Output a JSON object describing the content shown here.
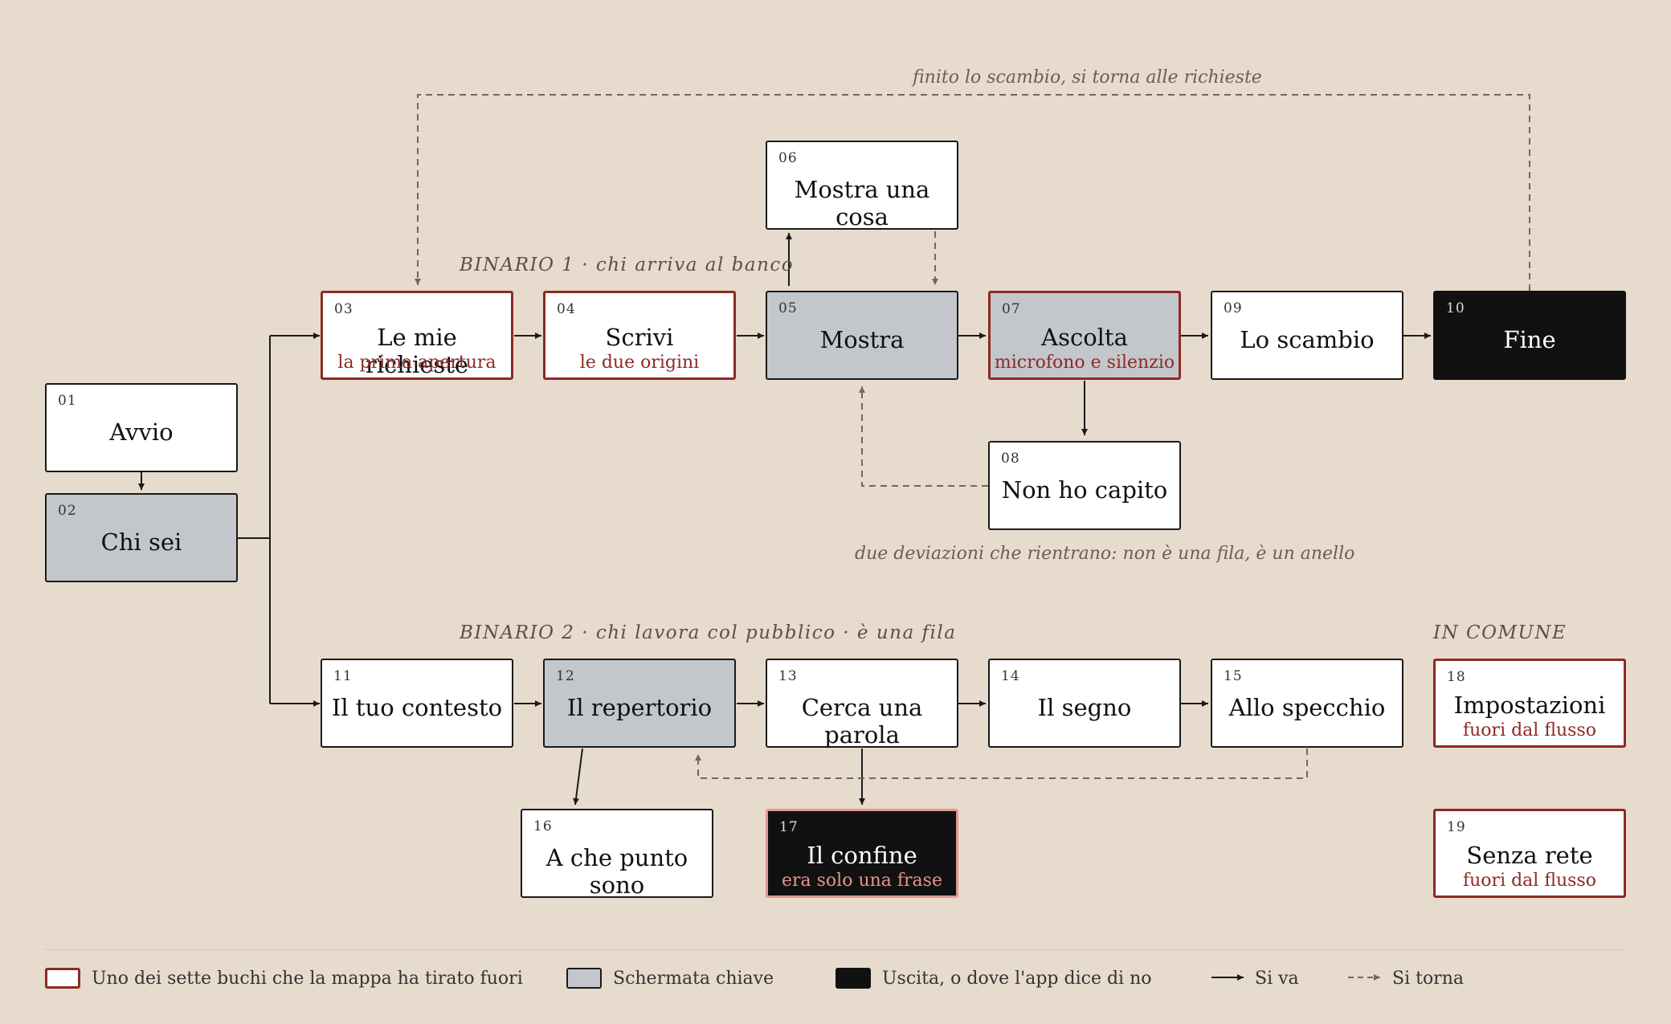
{
  "nodes": {
    "n01": {
      "num": "01",
      "title": "Avvio"
    },
    "n02": {
      "num": "02",
      "title": "Chi sei"
    },
    "n03": {
      "num": "03",
      "title": "Le mie richieste",
      "sub": "la prima apertura"
    },
    "n04": {
      "num": "04",
      "title": "Scrivi",
      "sub": "le due origini"
    },
    "n05": {
      "num": "05",
      "title": "Mostra"
    },
    "n06": {
      "num": "06",
      "title": "Mostra una cosa"
    },
    "n07": {
      "num": "07",
      "title": "Ascolta",
      "sub": "microfono e silenzio"
    },
    "n08": {
      "num": "08",
      "title": "Non ho capito"
    },
    "n09": {
      "num": "09",
      "title": "Lo scambio"
    },
    "n10": {
      "num": "10",
      "title": "Fine"
    },
    "n11": {
      "num": "11",
      "title": "Il tuo contesto"
    },
    "n12": {
      "num": "12",
      "title": "Il repertorio"
    },
    "n13": {
      "num": "13",
      "title": "Cerca una parola"
    },
    "n14": {
      "num": "14",
      "title": "Il segno"
    },
    "n15": {
      "num": "15",
      "title": "Allo specchio"
    },
    "n16": {
      "num": "16",
      "title": "A che punto sono"
    },
    "n17": {
      "num": "17",
      "title": "Il confine",
      "sub": "era solo una frase"
    },
    "n18": {
      "num": "18",
      "title": "Impostazioni",
      "sub": "fuori dal flusso"
    },
    "n19": {
      "num": "19",
      "title": "Senza rete",
      "sub": "fuori dal flusso"
    }
  },
  "labels": {
    "lane1": "BINARIO 1 · chi arriva al banco",
    "lane2": "BINARIO 2 · chi lavora col pubblico · è una fila",
    "common": "IN COMUNE",
    "return_top": "finito lo scambio, si torna alle richieste",
    "deviations": "due deviazioni che rientrano: non è una fila, è un anello"
  },
  "legend": {
    "hole": "Uno dei sette buchi che la mappa ha tirato fuori",
    "key": "Schermata chiave",
    "exit": "Uscita, o dove l'app dice di no",
    "go": "Si va",
    "back": "Si torna"
  },
  "colors": {
    "background": "#e7dbcd",
    "hole_border": "#8c2a24",
    "key_fill": "#c3c7cb",
    "exit_fill": "#111111",
    "return_line": "#6f6862"
  }
}
